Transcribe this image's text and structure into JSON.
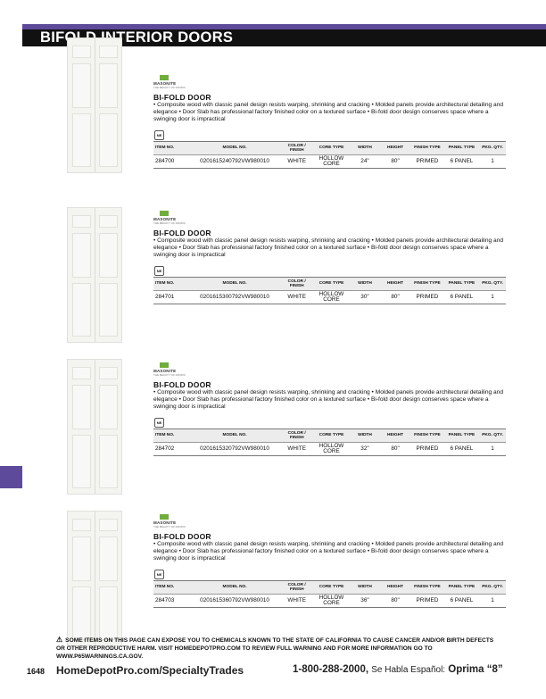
{
  "page": {
    "header_title": "BIFOLD INTERIOR DOORS",
    "page_number": "1648",
    "website": "HomeDepotPro.com/SpecialtyTrades",
    "phone": "1-800-288-2000,",
    "spanish_text": "Se Habla Español:",
    "spanish_option": "Oprima “8”"
  },
  "brand": {
    "name": "MASONITE",
    "tagline": "THE BEAUTY OF DOORS",
    "accent_color": "#5e4a9a",
    "logo_color": "#6fae3a"
  },
  "badge_label": "NE",
  "table_headers": [
    "ITEM NO.",
    "MODEL NO.",
    "COLOR / FINISH",
    "CORE TYPE",
    "WIDTH",
    "HEIGHT",
    "FINISH TYPE",
    "PANEL TYPE",
    "PKG. QTY."
  ],
  "products": [
    {
      "title": "BI-FOLD DOOR",
      "description": "• Composite wood with classic panel design resists warping, shrinking and cracking • Molded panels provide architectural detailing and elegance • Door Slab has professional factory finished color on a textured surface • Bi-fold door design conserves space where a swinging door is impractical",
      "row": [
        "284700",
        "0201615240792VW980010",
        "WHITE",
        "HOLLOW CORE",
        "24\"",
        "80\"",
        "PRIMED",
        "6 PANEL",
        "1"
      ]
    },
    {
      "title": "BI-FOLD DOOR",
      "description": "• Composite wood with classic panel design resists warping, shrinking and cracking • Molded panels provide architectural detailing and elegance • Door Slab has professional factory finished color on a textured surface • Bi-fold door design conserves space where a swinging door is impractical",
      "row": [
        "284701",
        "0201615300792VW980010",
        "WHITE",
        "HOLLOW CORE",
        "30\"",
        "80\"",
        "PRIMED",
        "6 PANEL",
        "1"
      ]
    },
    {
      "title": "BI-FOLD DOOR",
      "description": "• Composite wood with classic panel design resists warping, shrinking and cracking • Molded panels provide architectural detailing and elegance • Door Slab has professional factory finished color on a textured surface • Bi-fold door design conserves space where a swinging door is impractical",
      "row": [
        "284702",
        "0201615320792VW980010",
        "WHITE",
        "HOLLOW CORE",
        "32\"",
        "80\"",
        "PRIMED",
        "6 PANEL",
        "1"
      ]
    },
    {
      "title": "BI-FOLD DOOR",
      "description": "• Composite wood with classic panel design resists warping, shrinking and cracking • Molded panels provide architectural detailing and elegance • Door Slab has professional factory finished color on a textured surface • Bi-fold door design conserves space where a swinging door is impractical",
      "row": [
        "284703",
        "0201615360792VW980010",
        "WHITE",
        "HOLLOW CORE",
        "36\"",
        "80\"",
        "PRIMED",
        "6 PANEL",
        "1"
      ]
    }
  ],
  "warning": "SOME ITEMS ON THIS PAGE CAN EXPOSE YOU TO CHEMICALS KNOWN TO THE STATE OF CALIFORNIA TO CAUSE CANCER AND/OR BIRTH DEFECTS OR OTHER REPRODUCTIVE HARM. VISIT HOMEDEPOTPRO.COM TO REVIEW FULL WARNING AND FOR MORE INFORMATION GO TO WWW.P65WARNINGS.CA.GOV."
}
